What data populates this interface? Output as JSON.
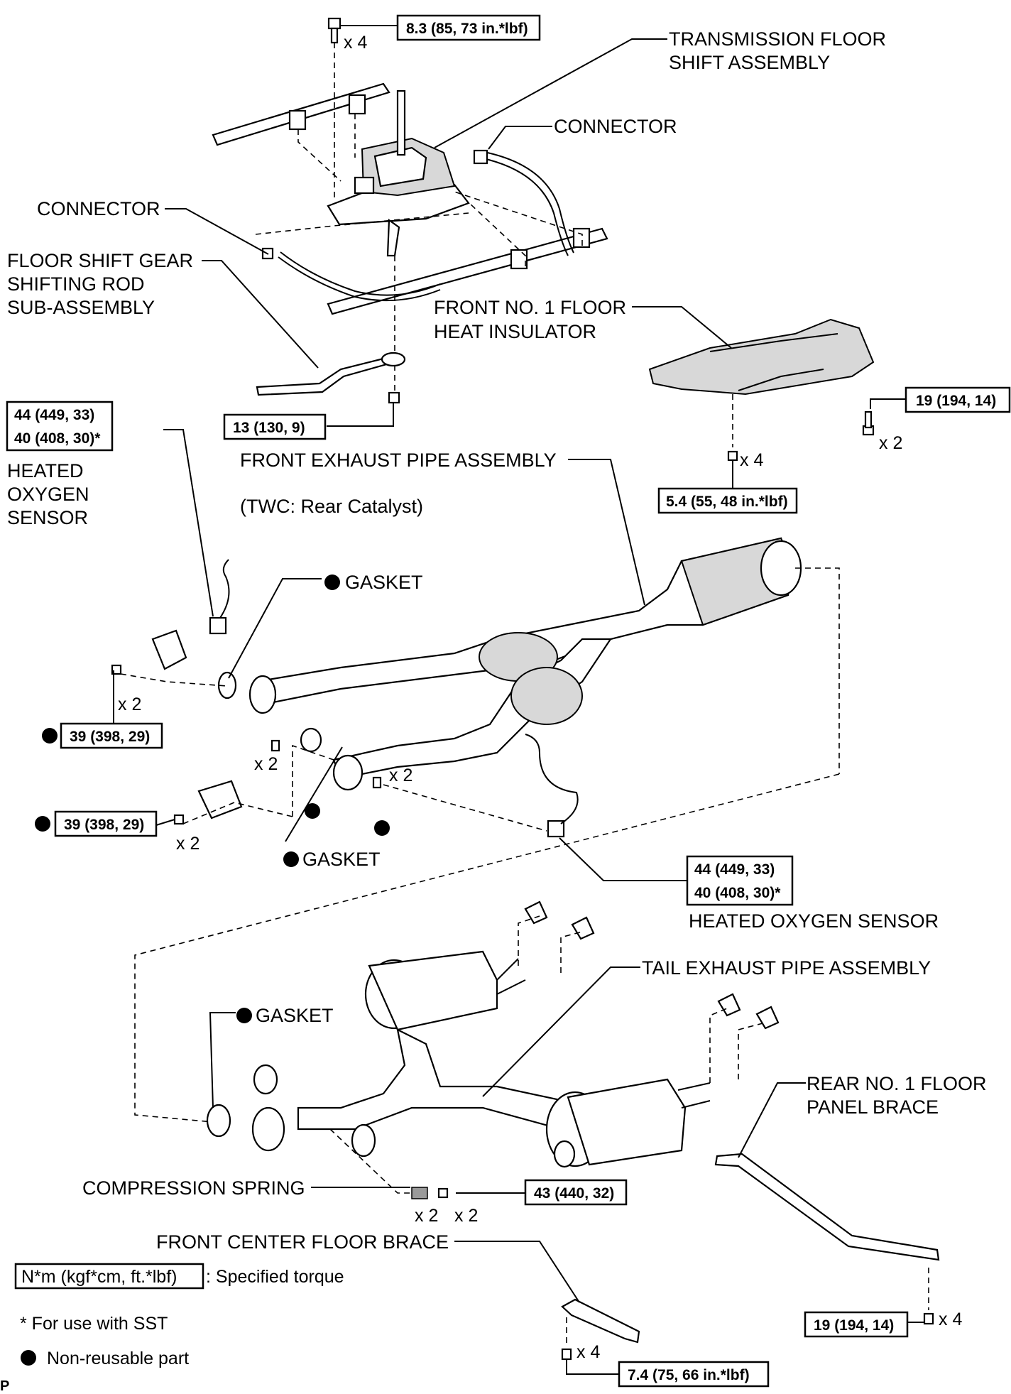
{
  "labels": {
    "transmission_floor_shift": [
      "TRANSMISSION FLOOR",
      "SHIFT ASSEMBLY"
    ],
    "connector_top": "CONNECTOR",
    "connector_left": "CONNECTOR",
    "floor_shift_rod": [
      "FLOOR SHIFT GEAR",
      "SHIFTING ROD",
      "SUB-ASSEMBLY"
    ],
    "front_no1_insulator": [
      "FRONT NO. 1 FLOOR",
      "HEAT INSULATOR"
    ],
    "heated_oxygen_sensor_left": [
      "HEATED",
      "OXYGEN",
      "SENSOR"
    ],
    "front_exhaust_pipe": "FRONT EXHAUST PIPE ASSEMBLY",
    "twc_note": "(TWC: Rear Catalyst)",
    "gasket_1": "GASKET",
    "gasket_2": "GASKET",
    "gasket_3": "GASKET",
    "heated_oxygen_sensor_right": "HEATED OXYGEN SENSOR",
    "tail_exhaust_pipe": "TAIL EXHAUST PIPE ASSEMBLY",
    "rear_no1_brace": [
      "REAR NO. 1 FLOOR",
      "PANEL BRACE"
    ],
    "compression_spring": "COMPRESSION SPRING",
    "front_center_brace": "FRONT CENTER FLOOR BRACE"
  },
  "torques": {
    "shift_bolt": "8.3 (85, 73 in.*lbf)",
    "rod_nut": "13 (130, 9)",
    "insulator_bolt": "19 (194, 14)",
    "insulator_nut": "5.4 (55, 48 in.*lbf)",
    "o2_left_a": "44 (449, 33)",
    "o2_left_b": "40 (408, 30)*",
    "flange_nut_upper": "39 (398, 29)",
    "flange_nut_lower": "39 (398, 29)",
    "o2_right_a": "44 (449, 33)",
    "o2_right_b": "40 (408, 30)*",
    "spring_bolt": "43 (440, 32)",
    "rear_brace_bolt": "19 (194, 14)",
    "center_brace_bolt": "7.4 (75, 66 in.*lbf)"
  },
  "quantities": {
    "shift_bolt": "x 4",
    "insulator_bolt": "x 2",
    "insulator_nut": "x 4",
    "flange_upper": "x 2",
    "flange_lower": "x 2",
    "bolt_mid_left": "x 2",
    "bolt_mid_right": "x 2",
    "spring": "x 2",
    "spring_bolt": "x 2",
    "center_brace": "x 4",
    "rear_brace": "x 4"
  },
  "legend": {
    "torque_box": "N*m (kgf*cm, ft.*lbf)",
    "torque_desc": ": Specified torque",
    "sst_note": "* For use with SST",
    "nonreusable": "Non-reusable part"
  },
  "corner_mark": "P"
}
